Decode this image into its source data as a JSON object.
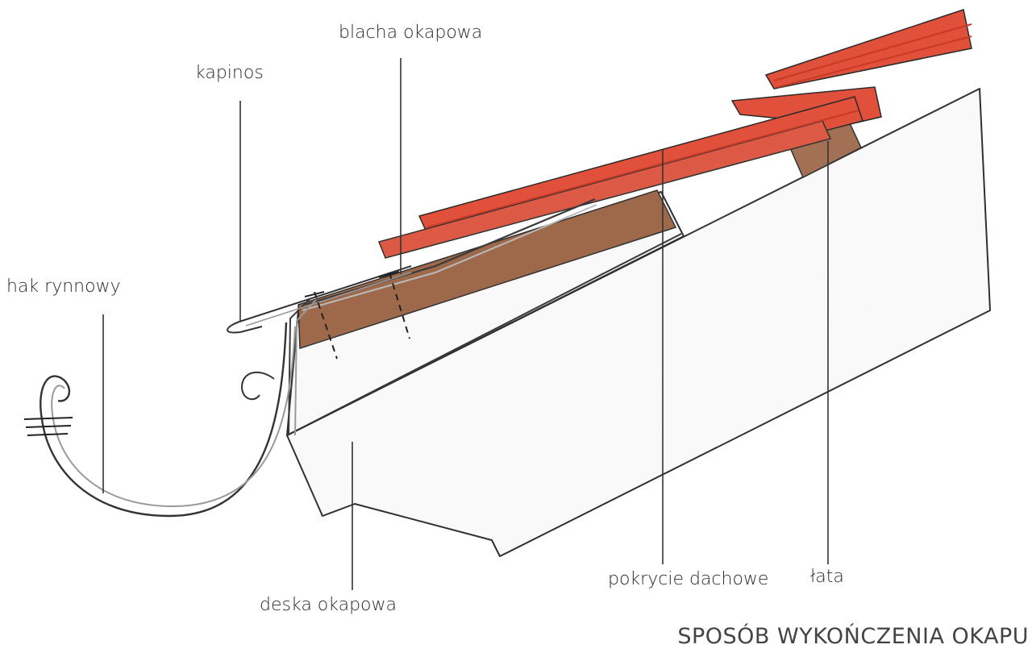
{
  "labels": {
    "blacha_okapowa": "blacha okapowa",
    "kapinos": "kapinos",
    "hak_rynnowy": "hak rynnowy",
    "deska_okapowa": "deska okapowa",
    "pokrycie_dachowe": "pokrycie dachowe",
    "lata": "łata"
  },
  "caption": "SPOSÓB WYKOŃCZENIA OKAPU",
  "colors": {
    "rafter": "#f0be78",
    "rafter_dark": "#e9a55c",
    "fascia": "#eab06a",
    "board": "#9b6140",
    "batten": "#a0694a",
    "tile": "#e0503a",
    "tile_dark": "#c73a26",
    "metal": "#d8d8d8",
    "leader": "#333333"
  }
}
